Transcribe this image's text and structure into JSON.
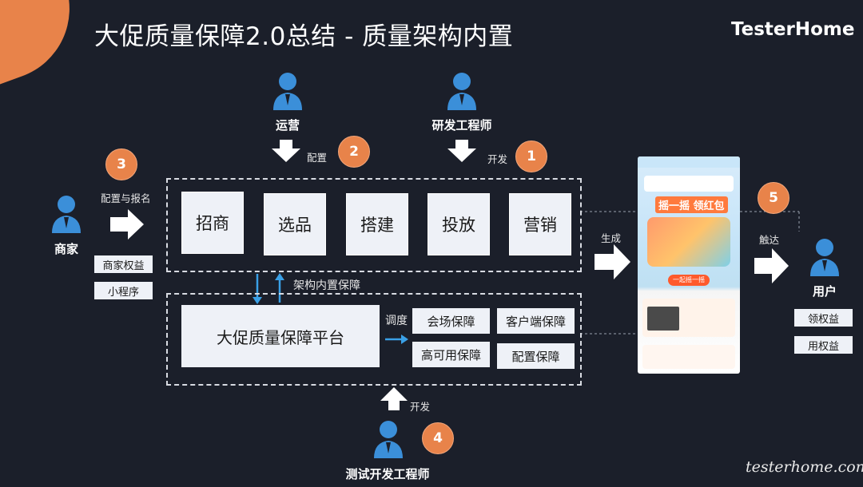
{
  "header": {
    "title": "大促质量保障2.0总结 - 质量架构内置",
    "brand": "TesterHome",
    "watermark": "testerhome.com"
  },
  "roles": {
    "operations": "运营",
    "rd_engineer": "研发工程师",
    "merchant": "商家",
    "user": "用户",
    "test_dev_engineer": "测试开发工程师"
  },
  "arrow_labels": {
    "config": "配置",
    "develop_top": "开发",
    "config_signup": "配置与报名",
    "generate": "生成",
    "reach": "触达",
    "builtin_guarantee": "架构内置保障",
    "dispatch": "调度",
    "develop_bottom": "开发"
  },
  "badges": [
    "1",
    "2",
    "3",
    "4",
    "5"
  ],
  "stages": [
    "招商",
    "选品",
    "搭建",
    "投放",
    "营销"
  ],
  "platform": {
    "name": "大促质量保障平台",
    "modules": [
      "会场保障",
      "客户端保障",
      "高可用保障",
      "配置保障"
    ]
  },
  "merchant_tags": [
    "商家权益",
    "小程序"
  ],
  "user_tags": [
    "领权益",
    "用权益"
  ],
  "phone": {
    "banner": "摇一摇 领红包",
    "button": "一起摇一摇"
  },
  "colors": {
    "background": "#1b1f2a",
    "accent_orange": "#e8834a",
    "person_blue": "#3b8fd9",
    "box_fill": "#eef1f7",
    "connector_blue": "#3aa0e6"
  }
}
